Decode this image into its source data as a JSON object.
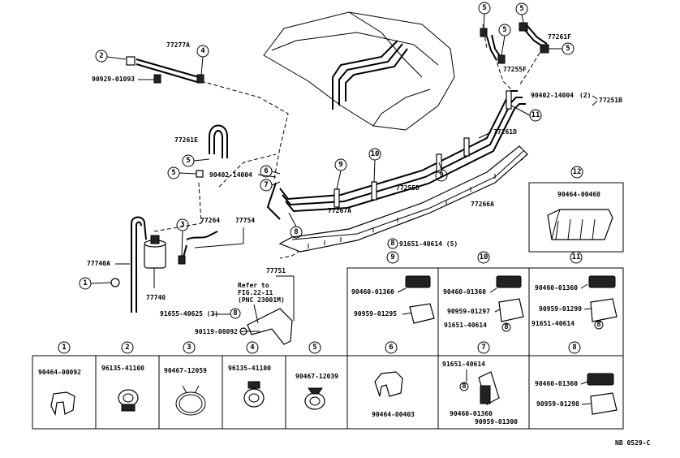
{
  "labels": {
    "p77277A": "77277A",
    "p90929": "90929-01093",
    "p77261F": "77261F",
    "p77255F": "77255F",
    "p90402_top": "90402-14004",
    "p90402_top_qty": "(2)",
    "p77251B": "77251B",
    "p77261D": "77261D",
    "p77261E": "77261E",
    "p90402_mid": "90402-14004",
    "p77255D": "77255D",
    "p77266A": "77266A",
    "p77267A": "77267A",
    "p77264": "77264",
    "p77754": "77754",
    "p91651_main": "91651-40614 (5)",
    "p77740A": "77740A",
    "p77740": "77740",
    "p77751": "77751",
    "refer_1": "Refer to",
    "refer_2": "FIG.22-11",
    "refer_3": "(PNC 23001M)",
    "p91655": "91655-40625 (3)",
    "p90119": "90119-08092",
    "p90464_box12": "90464-00468",
    "box9_a": "90460-01360",
    "box9_b": "90959-01295",
    "box10_a": "90460-01360",
    "box10_b": "90959-01297",
    "box10_c": "91651-40614",
    "box11_a": "90460-01360",
    "box11_b": "90959-01299",
    "box11_c": "91651-40614",
    "box1": "90464-00092",
    "box2": "96135-41100",
    "box3": "90467-12059",
    "box4": "96135-41100",
    "box5": "90467-12039",
    "box6": "90464-00403",
    "box7_a": "91651-40614",
    "box7_b": "90460-01360",
    "box7_c": "90959-01300",
    "box8_a": "90460-01360",
    "box8_b": "90959-01298",
    "footer": "NB 0529-C"
  },
  "callouts": {
    "c1": "1",
    "c2": "2",
    "c3": "3",
    "c4": "4",
    "c5": "5",
    "c6": "6",
    "c7": "7",
    "c8": "8",
    "c9": "9",
    "c10": "10",
    "c11": "11",
    "c12": "12"
  }
}
